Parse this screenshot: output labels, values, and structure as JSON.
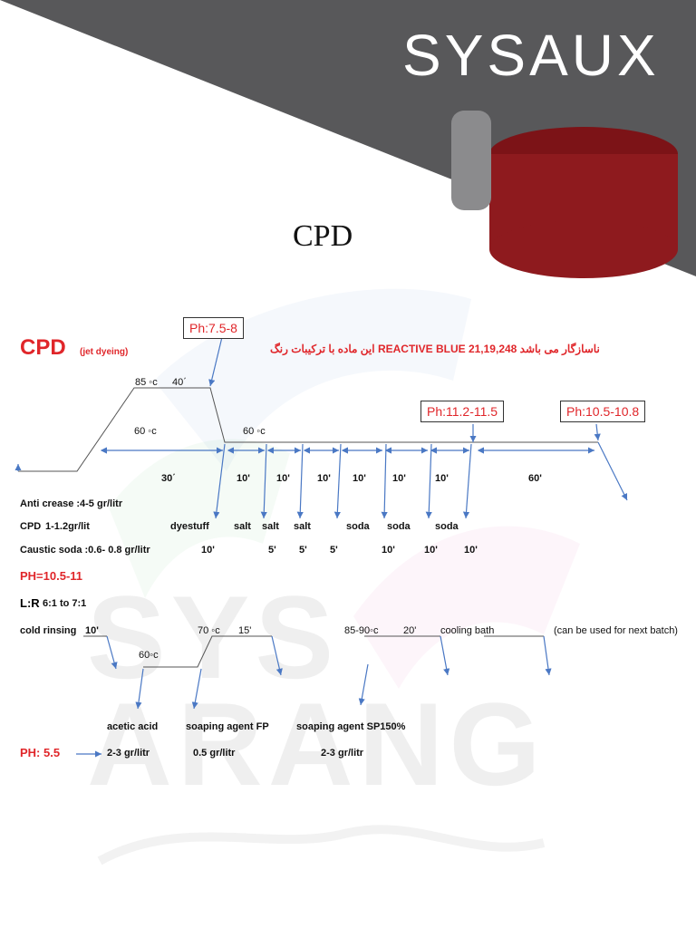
{
  "brand": {
    "logo_text": "SYSAUX",
    "watermark_top": "SYS",
    "watermark_bottom": "ARANG"
  },
  "colors": {
    "header_gray": "#58585a",
    "accent_red": "#8e1a1e",
    "text_red": "#e0262a",
    "arrow_blue": "#4a78c4"
  },
  "page_title": "CPD",
  "process": {
    "title": "CPD",
    "subtitle": "(jet dyeing)",
    "warning": "این ماده با ترکیبات رنگ   REACTIVE BLUE 21,19,248   ناسازگار می باشد",
    "ph_boxes": [
      "Ph:7.5-8",
      "Ph:11.2-11.5",
      "Ph:10.5-10.8"
    ],
    "temps": {
      "top": "85 ◦c",
      "top_time": "40΄",
      "left": "60 ◦c",
      "mid": "60 ◦c"
    },
    "durations": [
      "30΄",
      "10'",
      "10'",
      "10'",
      "10'",
      "10'",
      "10'",
      "60'"
    ],
    "additions": [
      "dyestuff",
      "salt",
      "salt",
      "salt",
      "soda",
      "soda",
      "soda"
    ],
    "addition_times": [
      "10'",
      "5'",
      "5'",
      "5'",
      "10'",
      "10'",
      "10'"
    ],
    "recipe": {
      "anti_crease": "Anti crease :4-5 gr/litr",
      "cpd_label": "CPD",
      "cpd_value": "1-1.2gr/lit",
      "caustic": "Caustic soda :0.6- 0.8 gr/litr",
      "ph": "PH=10.5-11",
      "lr_label": "L:R",
      "lr_value": "6:1 to 7:1"
    }
  },
  "rinsing": {
    "cold_label": "cold rinsing",
    "cold_time": "10'",
    "temp_60": "60◦c",
    "temp_70": "70 ◦c",
    "time_15": "15'",
    "temp_hot": "85-90◦c",
    "time_20": "20'",
    "cooling": "cooling bath",
    "note": "(can be used for next batch)",
    "chemicals": [
      "acetic acid",
      "soaping agent FP",
      "soaping agent SP150%"
    ],
    "doses": [
      "2-3 gr/litr",
      "0.5 gr/litr",
      "2-3 gr/litr"
    ],
    "ph": "PH: 5.5"
  }
}
